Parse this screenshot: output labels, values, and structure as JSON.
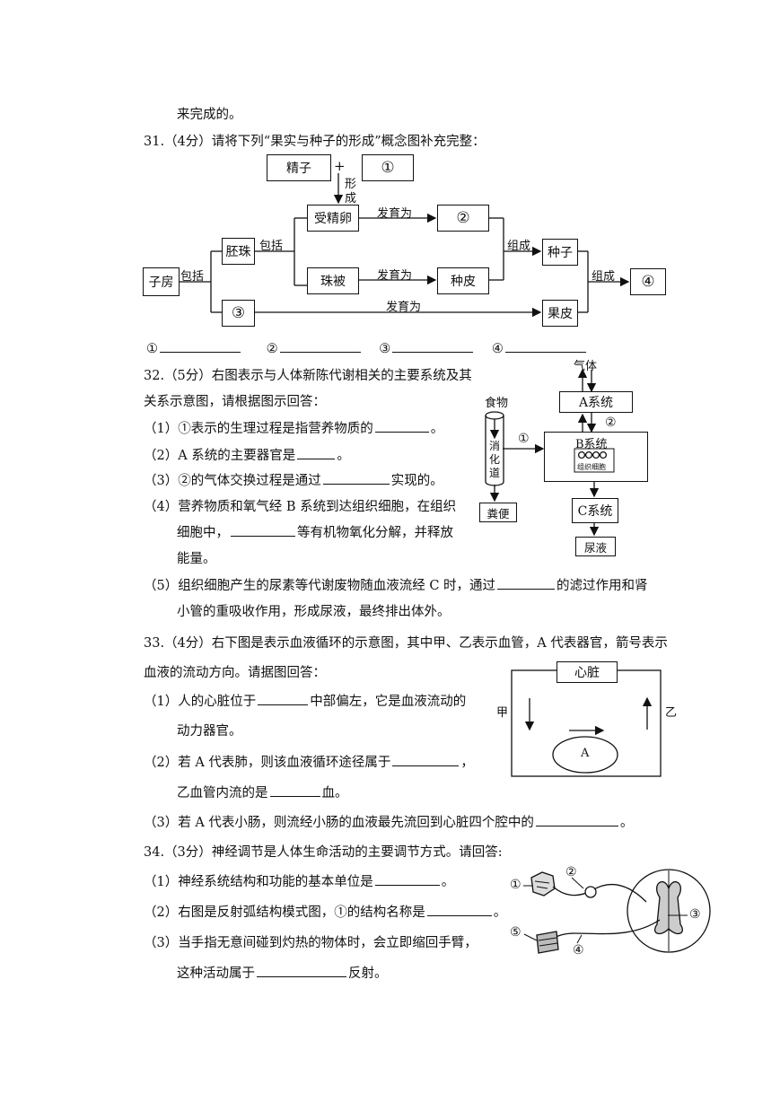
{
  "top_line": "来完成的。",
  "q31": {
    "stem": "31.（4分）请将下列“果实与种子的形成”概念图补充完整：",
    "nodes": {
      "sperm": "精子",
      "plus": "+",
      "c1": "①",
      "xing": "形",
      "cheng": "成",
      "fertilized_egg": "受精卵",
      "c2": "②",
      "ovule": "胚珠",
      "ovary": "子房",
      "integument": "珠被",
      "seed_coat": "种皮",
      "seed": "种子",
      "c4": "④",
      "c3": "③",
      "pericarp": "果皮"
    },
    "labels": {
      "develop1": "发育为",
      "include1": "包括",
      "include2": "包括",
      "develop2": "发育为",
      "compose1": "组成",
      "compose2": "组成",
      "develop3": "发育为"
    },
    "answers": [
      "①",
      "②",
      "③",
      "④"
    ]
  },
  "q32": {
    "stem_1": "32.（5分）右图表示与人体新陈代谢相关的主要系统及其",
    "stem_2": "关系示意图，请根据图示回答：",
    "items": {
      "i1_a": "（1）①表示的生理过程是指营养物质的",
      "i1_b": "。",
      "i2_a": "（2）A 系统的主要器官是",
      "i2_b": "。",
      "i3_a": "（3）②的气体交换过程是通过",
      "i3_b": "实现的。",
      "i4_a": "（4）营养物质和氧气经 B 系统到达组织细胞，在组织",
      "i4_b": "细胞中，",
      "i4_c": "等有机物氧化分解，并释放",
      "i4_d": "能量。",
      "i5_a": "（5）组织细胞产生的尿素等代谢废物随血液流经 C 时，通过",
      "i5_b": "的滤过作用和肾",
      "i5_c": "小管的重吸收作用，形成尿液，最终排出体外。"
    },
    "diagram": {
      "gas": "气体",
      "a_system": "A系统",
      "c2": "②",
      "food": "食物",
      "gut_1": "消",
      "gut_2": "化",
      "gut_3": "道",
      "c1": "①",
      "b_system": "B系统",
      "tissue_cells": "组织细胞",
      "feces": "粪便",
      "c_system": "C系统",
      "urine": "尿液"
    }
  },
  "q33": {
    "stem_1": "33.（4分）右下图是表示血液循环的示意图，其中甲、乙表示血管，A 代表器官，箭号表示",
    "stem_2": "血液的流动方向。请据图回答：",
    "items": {
      "i1_a": "（1）人的心脏位于",
      "i1_b": "中部偏左，它是血液流动的",
      "i1_c": "动力器官。",
      "i2_a": "（2）若 A 代表肺，则该血液循环途径属于",
      "i2_b": "，",
      "i2_c": "乙血管内流的是",
      "i2_d": "血。",
      "i3_a": "（3）若 A 代表小肠，则流经小肠的血液最先流回到心脏四个腔中的",
      "i3_b": "。"
    },
    "diagram": {
      "heart": "心脏",
      "jia": "甲",
      "yi": "乙",
      "organ_a": "A"
    }
  },
  "q34": {
    "stem": "34.（3分）神经调节是人体生命活动的主要调节方式。请回答:",
    "items": {
      "i1_a": "（1）神经系统结构和功能的基本单位是",
      "i1_b": "。",
      "i2_a": "（2）右图是反射弧结构模式图，①的结构名称是",
      "i2_b": "。",
      "i3_a": "（3）当手指无意间碰到灼热的物体时，会立即缩回手臂，",
      "i3_b": "这种活动属于",
      "i3_c": "反射。"
    },
    "diagram": {
      "n1": "①",
      "n2": "②",
      "n3": "③",
      "n4": "④",
      "n5": "⑤"
    }
  }
}
